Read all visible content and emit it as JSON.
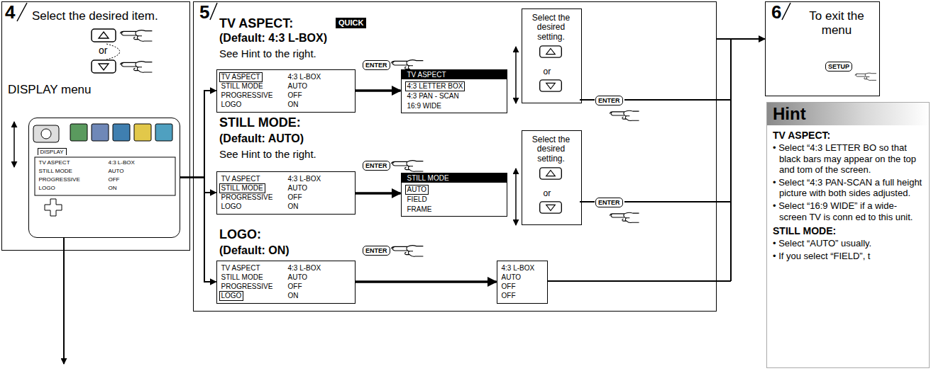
{
  "diagram": {
    "nodes": [
      {
        "text": [
          "4",
          "Select the desired item.",
          "or",
          "DISPLAY menu"
        ]
      },
      {
        "text": [
          "DISPLAY",
          "TV ASPECT",
          "4:3 L-BOX",
          "STILL MODE",
          "AUTO",
          "PROGRESSIVE",
          "OFF",
          "LOGO",
          "ON"
        ],
        "in": 0
      },
      {
        "text": [
          "5",
          "TV ASPECT:",
          "QUICK",
          "(Default: 4:3 L-BOX)",
          "See Hint to the right.",
          "ENTER",
          "ENTER",
          "STILL MODE:",
          "(Default: AUTO)",
          "See Hint to the right.",
          "ENTER",
          "ENTER",
          "LOGO:",
          "(Default: ON)",
          "ENTER"
        ]
      },
      {
        "text": [
          "TV ASPECT",
          "4:3 L-BOX",
          "STILL MODE",
          "AUTO",
          "PROGRESSIVE",
          "OFF",
          "LOGO",
          "ON"
        ],
        "in": 2
      },
      {
        "text": [
          "TV ASPECT",
          "4:3 LETTER BOX",
          "4:3 PAN - SCAN",
          "16:9 WIDE"
        ],
        "in": 2
      },
      {
        "text": [
          "Select the desired setting.",
          "or"
        ],
        "in": 2
      },
      {
        "text": [
          "TV ASPECT",
          "4:3 L-BOX",
          "STILL MODE",
          "AUTO",
          "PROGRESSIVE",
          "OFF",
          "LOGO",
          "ON"
        ],
        "in": 2
      },
      {
        "text": [
          "STILL MODE",
          "AUTO",
          "FIELD",
          "FRAME"
        ],
        "in": 2
      },
      {
        "text": [
          "Select the desired setting.",
          "or"
        ],
        "in": 2
      },
      {
        "text": [
          "TV ASPECT",
          "4:3 L-BOX",
          "STILL MODE",
          "AUTO",
          "PROGRESSIVE",
          "OFF",
          "LOGO",
          "ON"
        ],
        "in": 2
      },
      {
        "text": [
          "4:3 L-BOX",
          "AUTO",
          "OFF",
          "OFF"
        ],
        "in": 2
      },
      {
        "text": [
          "6",
          "To exit the menu",
          "SETUP"
        ]
      },
      {
        "text": [
          "Hint",
          "TV ASPECT:",
          "• Select “4:3 LETTER BO so that black bars may appear on the top and tom of the screen.",
          "• Select “4:3 PAN-SCAN a full height picture with both sides adjusted.",
          "• Select “16:9 WIDE” if a wide-screen TV is conn ed to this unit.",
          "STILL MODE:",
          "• Select “AUTO” usually.",
          "• If you select “FIELD”, t"
        ]
      }
    ],
    "edges": [
      {
        "from": 1,
        "to": 3,
        "arrow": "to"
      },
      {
        "from": 1,
        "to": 6,
        "arrow": "to"
      },
      {
        "from": 1,
        "to": 9,
        "arrow": "to"
      },
      {
        "from": 3,
        "to": 4,
        "arrow": "to"
      },
      {
        "from": 6,
        "to": 7,
        "arrow": "to"
      },
      {
        "from": 9,
        "to": 10,
        "arrow": "to"
      },
      {
        "from": 2,
        "to": 11,
        "arrow": "to"
      }
    ]
  }
}
